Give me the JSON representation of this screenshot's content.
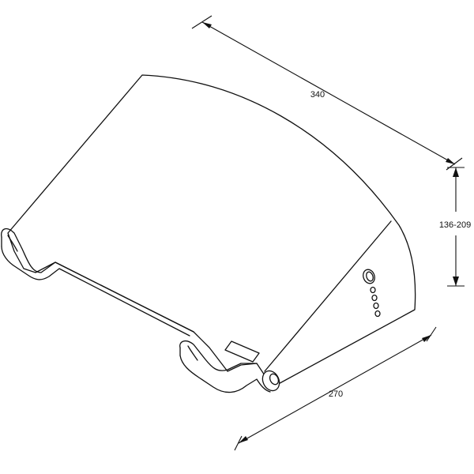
{
  "dimensions": {
    "length": "340",
    "height": "136-209",
    "width": "270"
  }
}
